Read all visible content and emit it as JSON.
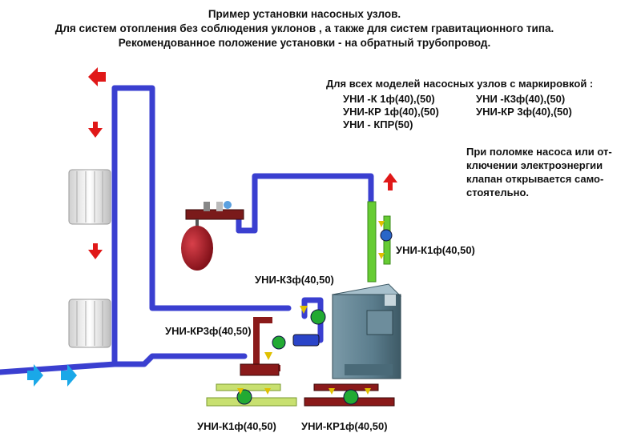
{
  "title": {
    "line1": "Пример установки насосных узлов.",
    "line2": "Для систем отопления без соблюдения уклонов , а также для систем гравитационного типа.",
    "line3": "Рекомендованное положение установки - на обратный трубопровод."
  },
  "models": {
    "heading": "Для всех моделей насосных узлов с маркировкой :",
    "col1": [
      "УНИ -К 1ф(40),(50)",
      "УНИ-КР 1ф(40),(50)",
      "УНИ - КПР(50)"
    ],
    "col2": [
      "УНИ -К3ф(40),(50)",
      "УНИ-КР 3ф(40),(50)"
    ]
  },
  "note": {
    "lines": [
      "При поломке насоса или от-",
      "ключении электроэнергии",
      "клапан открывается само-",
      "стоятельно."
    ]
  },
  "labels": {
    "k1_right": "УНИ-К1ф(40,50)",
    "k3": "УНИ-К3ф(40,50)",
    "kr3": "УНИ-КР3ф(40,50)",
    "k1_bottom": "УНИ-К1ф(40,50)",
    "kr1_bottom": "УНИ-КР1ф(40,50)"
  },
  "colors": {
    "pipe": "#3a3fd0",
    "arrow_red": "#e01818",
    "arrow_blue": "#1aa8e8",
    "pump_green": "#66cc33",
    "pump_maroon": "#8a1a1a",
    "unit_lime": "#c8e070",
    "boiler": "#5a7c8c"
  }
}
